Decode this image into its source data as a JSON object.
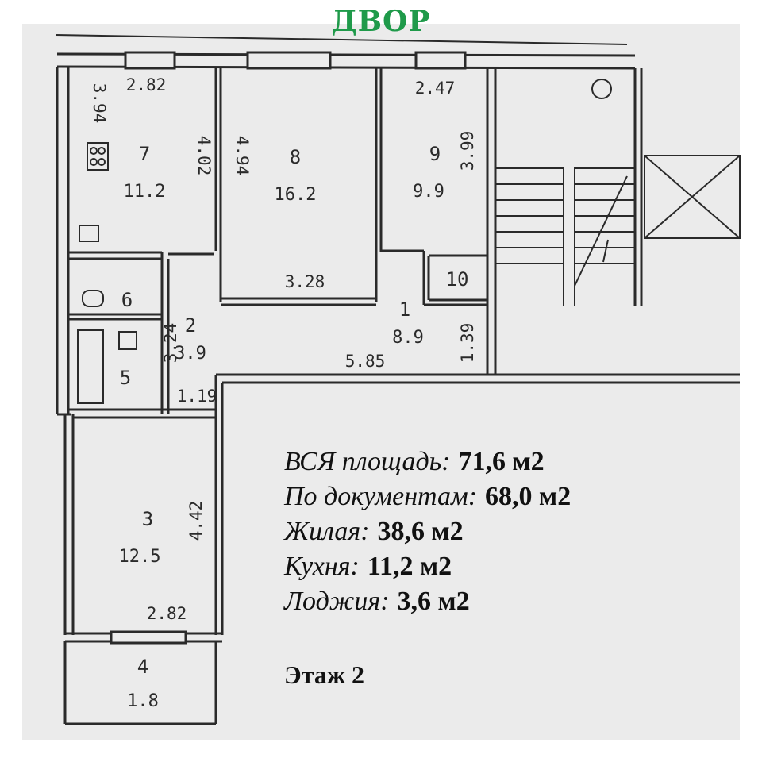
{
  "header": {
    "title": "ДВОР"
  },
  "rooms": [
    {
      "number": "7",
      "area": "11.2"
    },
    {
      "number": "8",
      "area": "16.2"
    },
    {
      "number": "9",
      "area": "9.9"
    },
    {
      "number": "1",
      "area": "8.9"
    },
    {
      "number": "2",
      "area": "3.9"
    },
    {
      "number": "3",
      "area": "12.5"
    },
    {
      "number": "4",
      "area": "1.8"
    },
    {
      "number": "5"
    },
    {
      "number": "6"
    },
    {
      "number": "10"
    }
  ],
  "dimensions": {
    "d282_top": "2.82",
    "d394": "3.94",
    "d402": "4.02",
    "d494": "4.94",
    "d247": "2.47",
    "d399": "3.99",
    "d328": "3.28",
    "d139": "1.39",
    "d585": "5.85",
    "d324": "3.24",
    "d119": "1.19",
    "d442": "4.42",
    "d282_bottom": "2.82"
  },
  "summary": {
    "rows": [
      {
        "label": "ВСЯ площадь:",
        "value": "71,6 м2"
      },
      {
        "label": "По документам:",
        "value": "68,0 м2"
      },
      {
        "label": "Жилая:",
        "value": "38,6 м2"
      },
      {
        "label": "Кухня:",
        "value": "11,2 м2"
      },
      {
        "label": "Лоджия:",
        "value": "3,6 м2"
      }
    ],
    "floor": "Этаж 2"
  },
  "colors": {
    "header": "#1f9a4a",
    "walls": "#2a2a2a",
    "paper": "#ebebeb"
  }
}
